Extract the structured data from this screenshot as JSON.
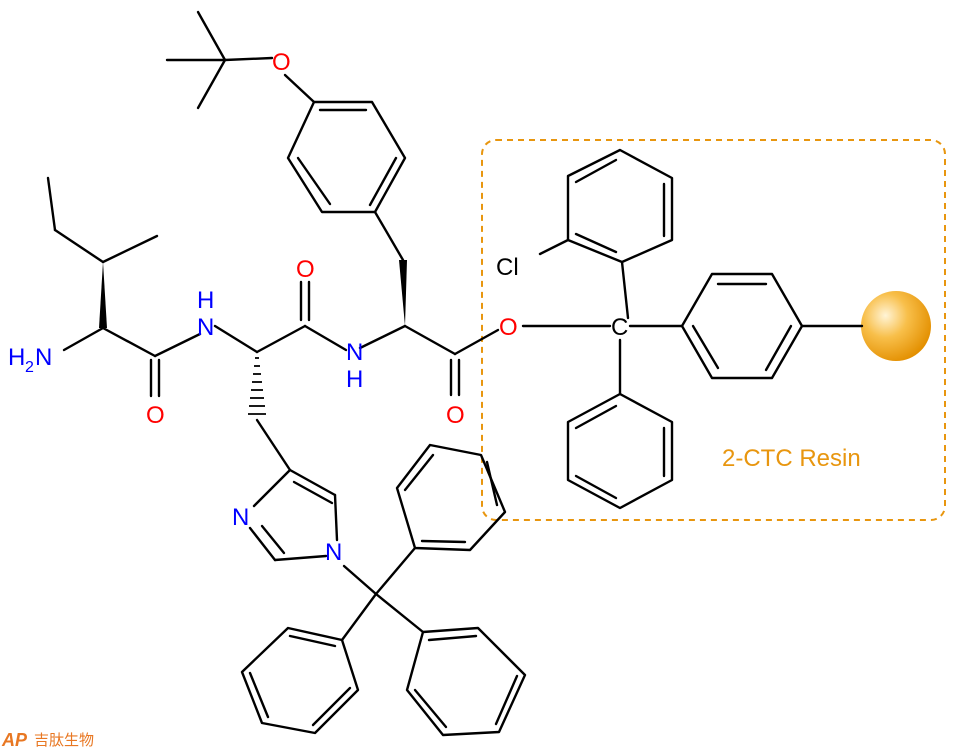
{
  "colors": {
    "bond": "#000000",
    "nitrogen": "#0000ff",
    "oxygen": "#ff0000",
    "resin": "#e8960f"
  },
  "atoms": {
    "h2n_h": "H",
    "h2n_sub": "2",
    "h2n_n": "N",
    "amide1_nh_h": "H",
    "amide1_nh_n": "N",
    "amide1_o": "O",
    "amide2_o": "O",
    "amide2_nh_n": "N",
    "amide2_nh_h": "H",
    "ester_o_carbonyl": "O",
    "ester_o": "O",
    "ether_o": "O",
    "imid_n": "N",
    "imid_n1": "N",
    "cl": "Cl",
    "trityl_c": "C"
  },
  "resin": {
    "label": "2-CTC Resin"
  },
  "watermark": {
    "logo": "AP",
    "text": "吉肽生物"
  }
}
